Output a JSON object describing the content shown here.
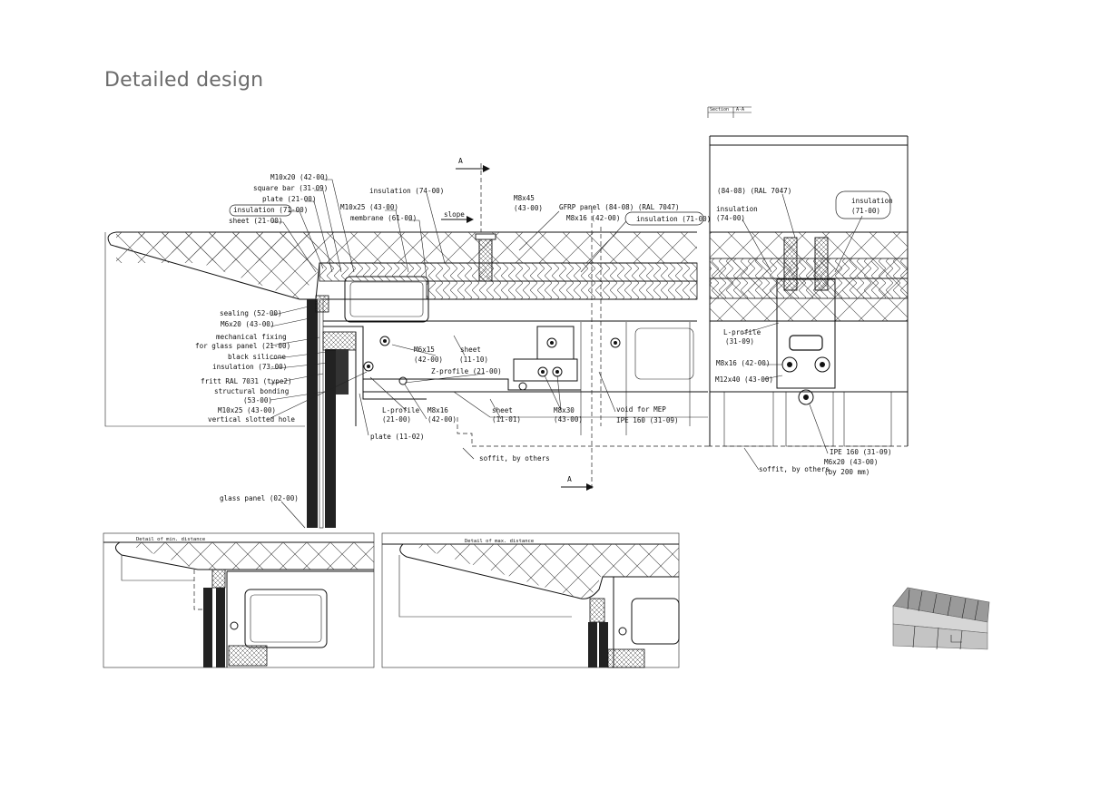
{
  "page": {
    "title": "Detailed design"
  },
  "section_main": {
    "labels": [
      "M10x20 (42-00)",
      "square bar (31-09)",
      "plate (21-00)",
      "insulation (71-00)",
      "sheet (21-00)",
      "insulation (74-00)",
      "M10x25 (43-00)",
      "membrane (61-00)",
      "slope",
      "M8x45",
      "(43-00)",
      "GFRP panel (84-08) (RAL 7047)",
      "M8x16 (42-00)",
      "insulation (71-00)",
      "sealing (52-00)",
      "M6x20 (43-00)",
      "mechanical fixing",
      "for glass panel (21-00)",
      "black silicone",
      "insulation (73-00)",
      "fritt RAL 7031 (type2)",
      "structural bonding",
      "(53-00)",
      "M10x25 (43-00)",
      "vertical slotted hole",
      "M6x15",
      "(42-00)",
      "sheet",
      "(11-10)",
      "Z-profile (21-00)",
      "L-profile",
      "(21-00)",
      "M8x16",
      "(42-00)",
      "sheet",
      "(11-01)",
      "M8x30",
      "(43-00)",
      "void for MEP",
      "IPE 160 (31-09)",
      "plate (11-02)",
      "soffit, by others",
      "glass panel (02-00)"
    ],
    "section_marks": [
      "A",
      "A"
    ]
  },
  "section_aa": {
    "title_block": {
      "title": "Section",
      "ref": "A-A"
    },
    "labels": [
      "(84-08) (RAL 7047)",
      "insulation",
      "(74-00)",
      "insulation",
      "(71-00)",
      "L-profile",
      "(31-09)",
      "M8x16 (42-00)",
      "M12x40 (43-00)",
      "IPE 160 (31-09)",
      "M6x20 (43-00)",
      "(by 200 mm)",
      "soffit, by others"
    ]
  },
  "detail_min": {
    "title": "Detail of min. distance"
  },
  "detail_max": {
    "title": "Detail of max. distance"
  }
}
